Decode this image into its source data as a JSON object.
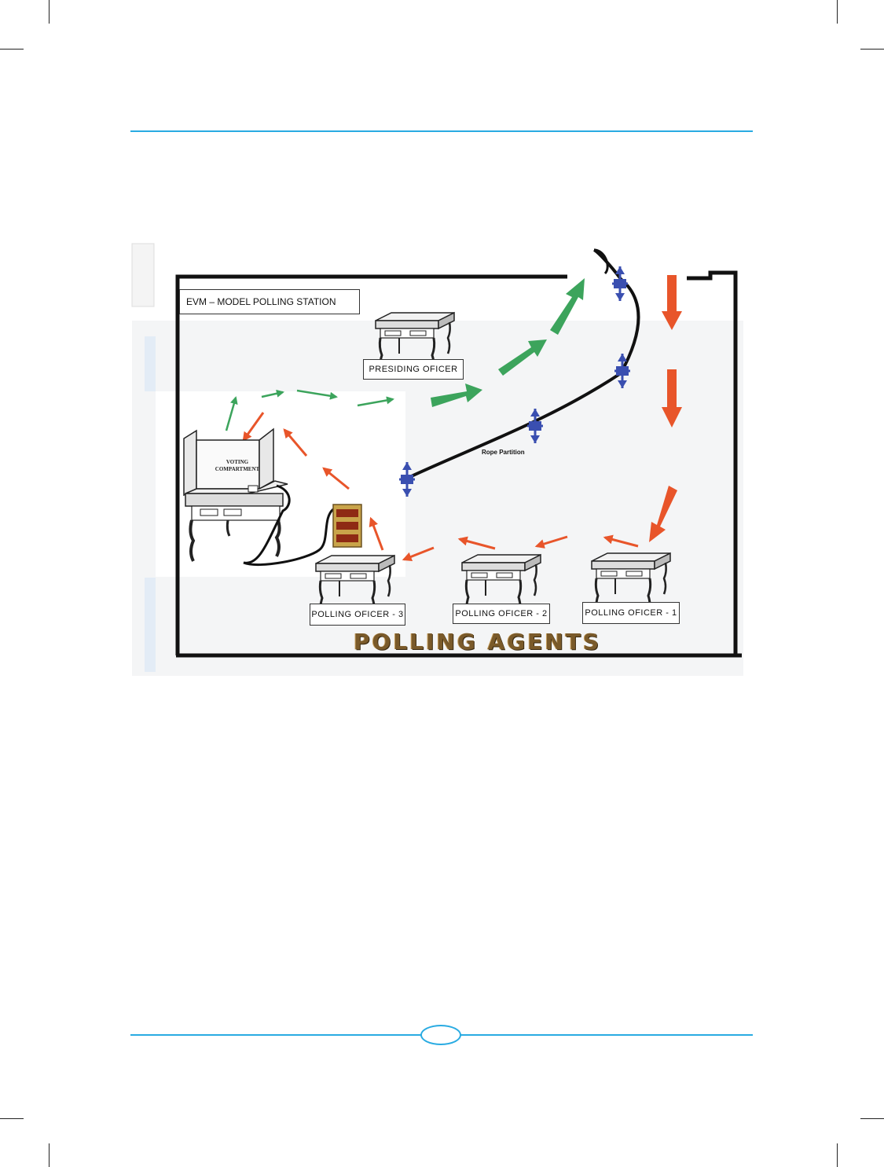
{
  "diagram": {
    "title": "EVM – MODEL POLLING STATION",
    "presiding_officer": "PRESIDING OFICER",
    "voting_compartment": "VOTING COMPARTMENT",
    "rope_partition": "Rope Partition",
    "polling_officer_3": "POLLING OFICER - 3",
    "polling_officer_2": "POLLING OFICER - 2",
    "polling_officer_1": "POLLING OFICER - 1",
    "polling_agents": "POLLING AGENTS"
  },
  "colors": {
    "rule": "#29abe2",
    "entry_arrow": "#e8552a",
    "exit_arrow": "#3ca45c",
    "rope_post": "#3a4fb0"
  },
  "icons": [
    "table-icon",
    "voting-compartment-icon",
    "evm-icon",
    "rope-post-icon",
    "arrow-icon"
  ]
}
